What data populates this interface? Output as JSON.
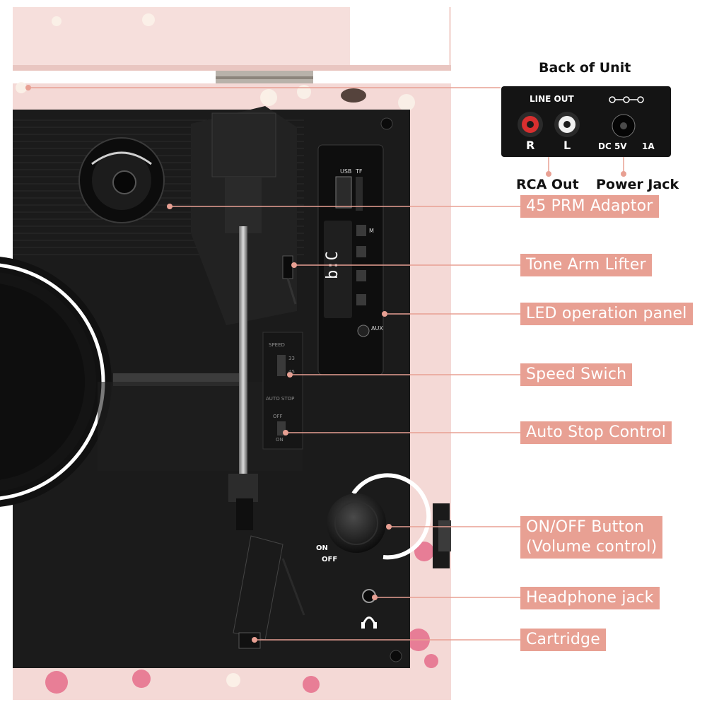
{
  "back_of_unit": {
    "title": "Back of Unit",
    "line_out_label": "LINE OUT",
    "right_label": "R",
    "left_label": "L",
    "dc_label": "DC 5V",
    "amp_label": "1A"
  },
  "captions": {
    "rca_out": "RCA Out",
    "power_jack": "Power Jack"
  },
  "callouts": {
    "adaptor": "45 PRM Adaptor",
    "tone_arm_lifter": "Tone Arm Lifter",
    "led_panel": "LED operation panel",
    "speed_switch": "Speed Swich",
    "auto_stop": "Auto Stop Control",
    "on_off_line1": "ON/OFF Button",
    "on_off_line2": "(Volume control)",
    "headphone": "Headphone jack",
    "cartridge": "Cartridge"
  },
  "device_labels": {
    "on": "ON",
    "off": "OFF",
    "usb": "USB",
    "tf": "TF",
    "aux": "AUX",
    "mode_button": "M",
    "speed": "SPEED",
    "auto_stop": "AUTO STOP",
    "off_small": "OFF",
    "on_small": "ON",
    "rpm_33": "33",
    "rpm_45": "45"
  },
  "colors": {
    "callout_bg": "#e8a093",
    "case_pink": "#f4d9d6",
    "deck_black": "#1b1b1b",
    "leader_line": "#e8a093"
  },
  "icons": {
    "headphone": "headphone-icon",
    "bluetooth": "bluetooth-icon",
    "power": "power-polarity-icon"
  }
}
